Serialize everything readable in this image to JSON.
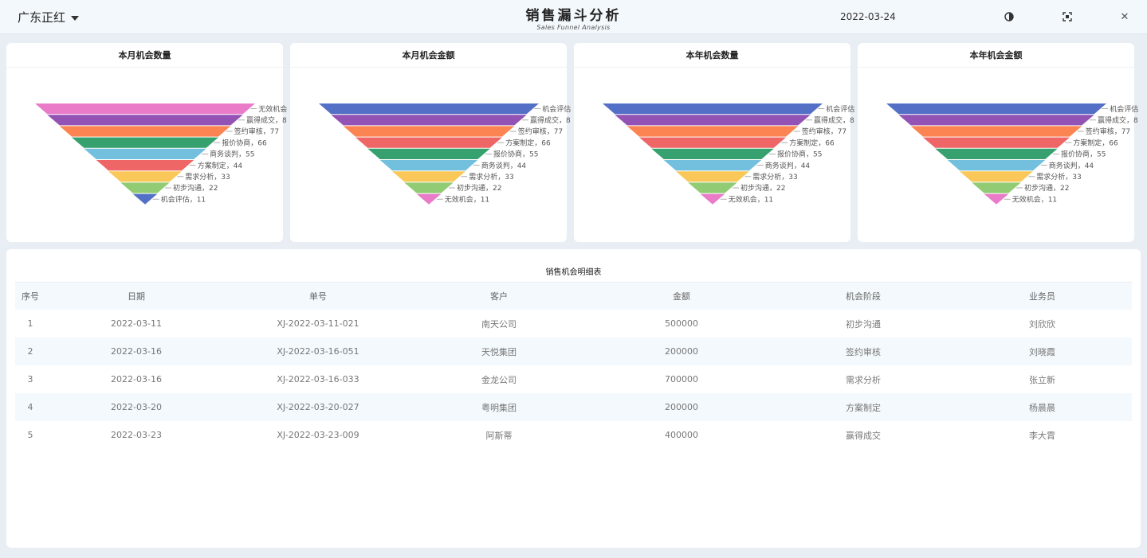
{
  "header": {
    "org": "广东正红",
    "title": "销售漏斗分析",
    "subtitle": "Sales Funnel Analysis",
    "date": "2022-03-24",
    "icons": [
      "contrast-icon",
      "fullscreen-icon",
      "close-icon"
    ]
  },
  "charts": [
    {
      "title": "本月机会数量",
      "chart_data": {
        "type": "funnel",
        "categories": [
          "无效机会",
          "赢得成交",
          "签约审核",
          "报价协商",
          "商务谈判",
          "方案制定",
          "需求分析",
          "初步沟通",
          "机会评估"
        ],
        "label_texts": [
          "无效机会",
          "赢得成交，8",
          "签约审核，77",
          "报价协商，66",
          "商务谈判，55",
          "方案制定，44",
          "需求分析，33",
          "初步沟通，22",
          "机会评估，11"
        ],
        "values": [
          99,
          88,
          77,
          66,
          55,
          44,
          33,
          22,
          11
        ],
        "colors": [
          "#e97bc8",
          "#9253b5",
          "#fc8452",
          "#36a16e",
          "#73c0de",
          "#ee6666",
          "#fac858",
          "#91cc75",
          "#5470c6"
        ]
      }
    },
    {
      "title": "本月机会金额",
      "chart_data": {
        "type": "funnel",
        "categories": [
          "机会评估",
          "赢得成交",
          "签约审核",
          "方案制定",
          "报价协商",
          "商务谈判",
          "需求分析",
          "初步沟通",
          "无效机会"
        ],
        "label_texts": [
          "机会评估",
          "赢得成交，8",
          "签约审核，77",
          "方案制定，66",
          "报价协商，55",
          "商务谈判，44",
          "需求分析，33",
          "初步沟通，22",
          "无效机会，11"
        ],
        "values": [
          99,
          88,
          77,
          66,
          55,
          44,
          33,
          22,
          11
        ],
        "colors": [
          "#5470c6",
          "#9253b5",
          "#fc8452",
          "#ee6666",
          "#36a16e",
          "#73c0de",
          "#fac858",
          "#91cc75",
          "#e97bc8"
        ]
      }
    },
    {
      "title": "本年机会数量",
      "chart_data": {
        "type": "funnel",
        "categories": [
          "机会评估",
          "赢得成交",
          "签约审核",
          "方案制定",
          "报价协商",
          "商务谈判",
          "需求分析",
          "初步沟通",
          "无效机会"
        ],
        "label_texts": [
          "机会评估",
          "赢得成交，8",
          "签约审核，77",
          "方案制定，66",
          "报价协商，55",
          "商务谈判，44",
          "需求分析，33",
          "初步沟通，22",
          "无效机会，11"
        ],
        "values": [
          99,
          88,
          77,
          66,
          55,
          44,
          33,
          22,
          11
        ],
        "colors": [
          "#5470c6",
          "#9253b5",
          "#fc8452",
          "#ee6666",
          "#36a16e",
          "#73c0de",
          "#fac858",
          "#91cc75",
          "#e97bc8"
        ]
      }
    },
    {
      "title": "本年机会金额",
      "chart_data": {
        "type": "funnel",
        "categories": [
          "机会评估",
          "赢得成交",
          "签约审核",
          "方案制定",
          "报价协商",
          "商务谈判",
          "需求分析",
          "初步沟通",
          "无效机会"
        ],
        "label_texts": [
          "机会评估",
          "赢得成交，8",
          "签约审核，77",
          "方案制定，66",
          "报价协商，55",
          "商务谈判，44",
          "需求分析，33",
          "初步沟通，22",
          "无效机会，11"
        ],
        "values": [
          99,
          88,
          77,
          66,
          55,
          44,
          33,
          22,
          11
        ],
        "colors": [
          "#5470c6",
          "#9253b5",
          "#fc8452",
          "#ee6666",
          "#36a16e",
          "#73c0de",
          "#fac858",
          "#91cc75",
          "#e97bc8"
        ]
      }
    }
  ],
  "table": {
    "title": "销售机会明细表",
    "columns": [
      "序号",
      "日期",
      "单号",
      "客户",
      "金额",
      "机会阶段",
      "业务员"
    ],
    "rows": [
      [
        "1",
        "2022-03-11",
        "XJ-2022-03-11-021",
        "南天公司",
        "500000",
        "初步沟通",
        "刘欣欣"
      ],
      [
        "2",
        "2022-03-16",
        "XJ-2022-03-16-051",
        "天悦集团",
        "200000",
        "签约审核",
        "刘晓霞"
      ],
      [
        "3",
        "2022-03-16",
        "XJ-2022-03-16-033",
        "金龙公司",
        "700000",
        "需求分析",
        "张立新"
      ],
      [
        "4",
        "2022-03-20",
        "XJ-2022-03-20-027",
        "粤明集团",
        "200000",
        "方案制定",
        "杨晨晨"
      ],
      [
        "5",
        "2022-03-23",
        "XJ-2022-03-23-009",
        "阿斯蒂",
        "400000",
        "赢得成交",
        "李大霄"
      ]
    ]
  }
}
